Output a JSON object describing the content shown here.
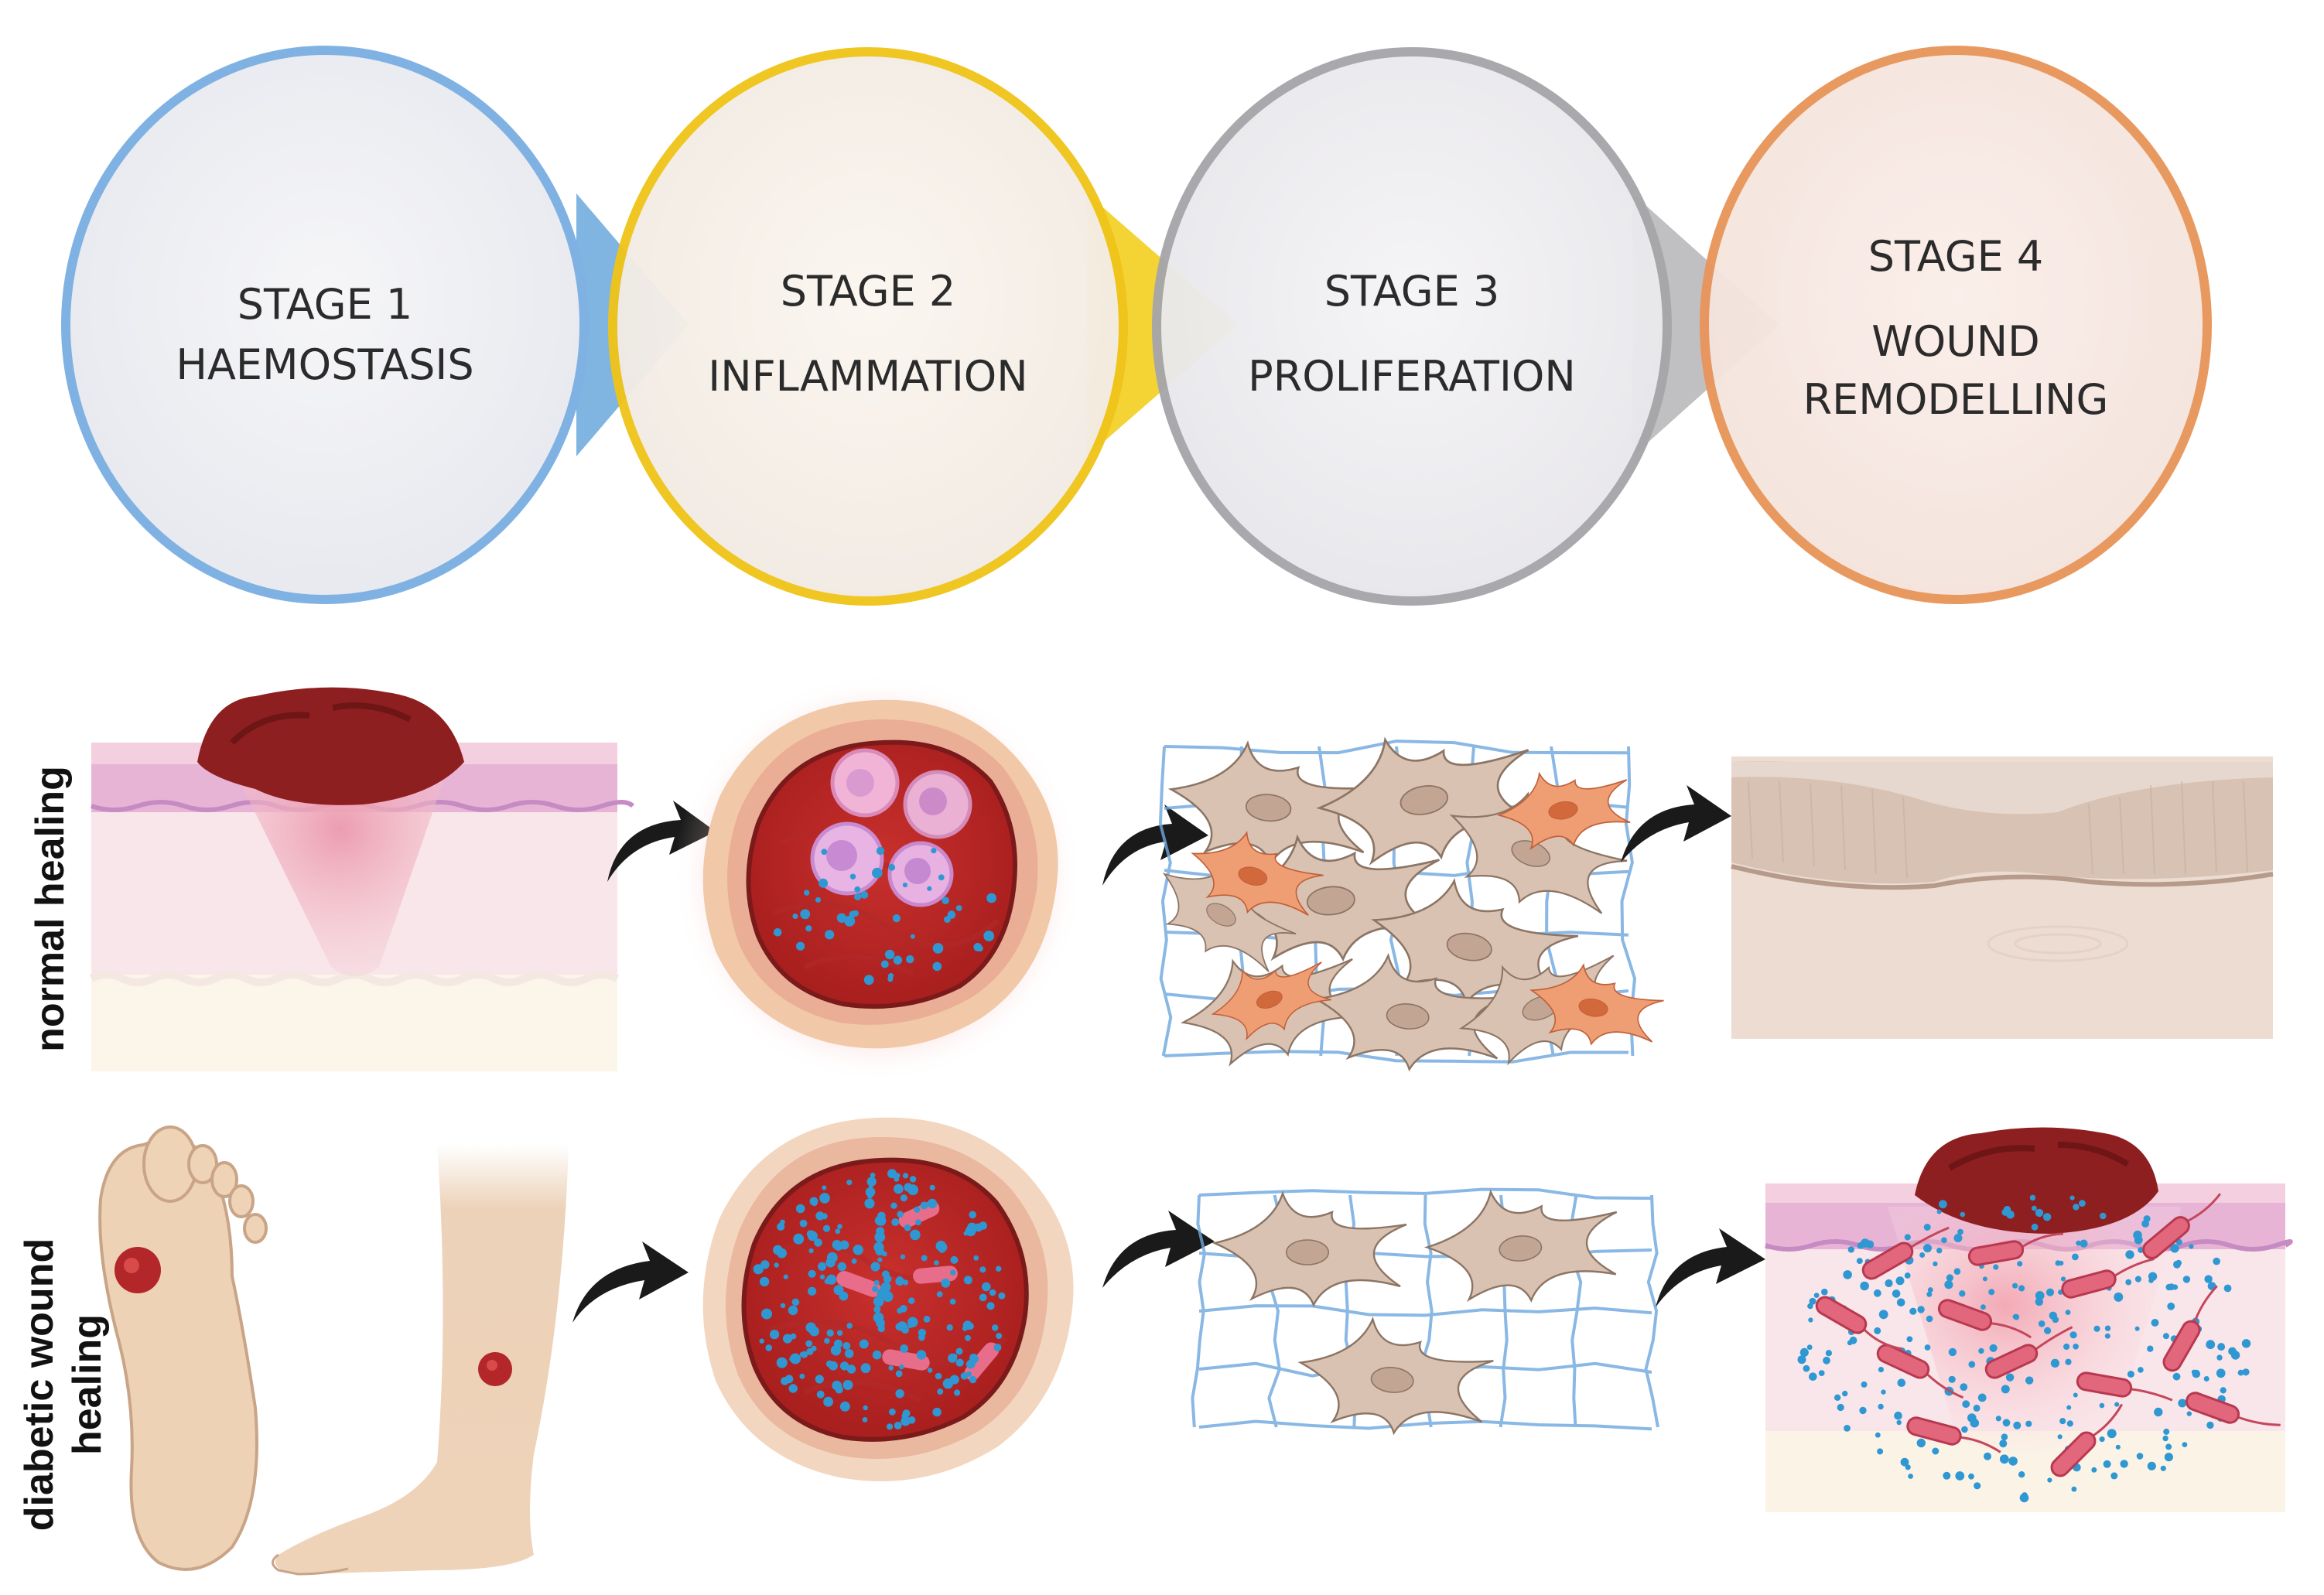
{
  "stages": [
    {
      "number_label": "STAGE 1",
      "name_lines": [
        "HAEMOSTASIS"
      ],
      "ring_color": "#78aee0",
      "arrow_color": "#6aa7dc"
    },
    {
      "number_label": "STAGE 2",
      "name_lines": [
        "INFLAMMATION"
      ],
      "ring_color": "#f0c81c",
      "arrow_color": "#f3cf1e"
    },
    {
      "number_label": "STAGE 3",
      "name_lines": [
        "PROLIFERATION"
      ],
      "ring_color": "#a9a9ad",
      "arrow_color": "#b5b5b8"
    },
    {
      "number_label": "STAGE 4",
      "name_lines": [
        "WOUND",
        "REMODELLING"
      ],
      "ring_color": "#e8955a",
      "arrow_color": null
    }
  ],
  "rows": {
    "normal": {
      "label_lines": [
        "normal healing"
      ]
    },
    "diabetic": {
      "label_lines": [
        "diabetic wound",
        "healing"
      ]
    }
  },
  "icons": {
    "stage_arrow": "triangle-pointer-icon",
    "flow_arrow": "curved-arrow-icon"
  }
}
